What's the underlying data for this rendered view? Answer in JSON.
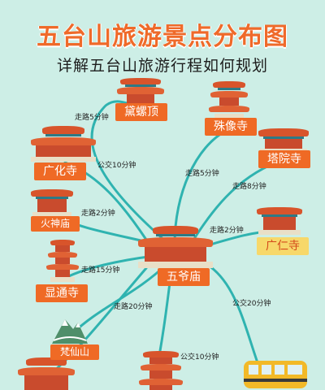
{
  "header": {
    "title": "五台山旅游景点分布图",
    "subtitle": "详解五台山旅游行程如何规划"
  },
  "sites": {
    "dailuoding": "黛螺顶",
    "shuxiangsi": "殊像寺",
    "guanghuasi": "广化寺",
    "tayuansi": "塔院寺",
    "huoshenmiao": "火神庙",
    "guangrensi": "广仁寺",
    "xiantongsi": "显通寺",
    "wuyemiao": "五爷庙",
    "fanxianshan": "梵仙山"
  },
  "routes": {
    "to_dailuoding": "走路5分钟",
    "to_guanghuasi": "公交10分钟",
    "to_shuxiangsi": "走路5分钟",
    "to_tayuansi": "走路8分钟",
    "to_huoshenmiao": "走路2分钟",
    "to_guangrensi": "走路2分钟",
    "to_xiantongsi": "走路15分钟",
    "to_fanxianshan": "走路20分钟",
    "to_bus": "公交20分钟",
    "to_bottom": "公交10分钟"
  },
  "colors": {
    "background": "#cdeee6",
    "path": "#2fb3b0",
    "title": "#ef6a2a",
    "tag": "#ef6a25",
    "tag_gold": "#f7d86a"
  },
  "icons": [
    "temple-icon",
    "mountain-icon",
    "bus-icon"
  ]
}
